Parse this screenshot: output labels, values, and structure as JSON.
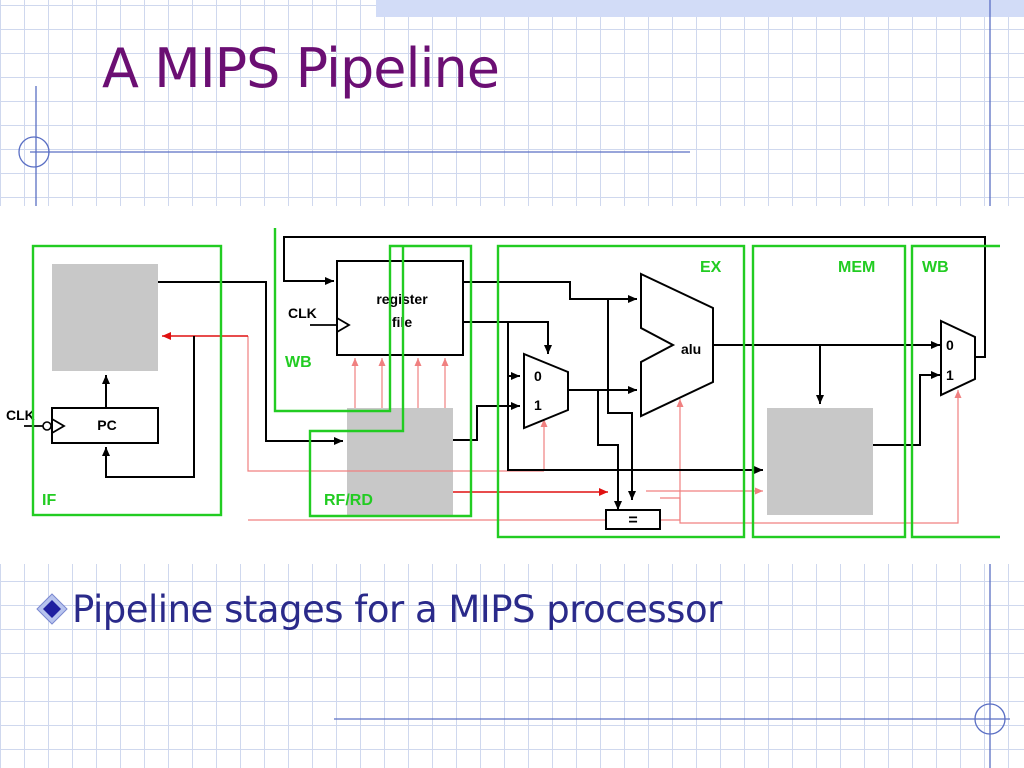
{
  "slide": {
    "title": "A MIPS Pipeline",
    "bullet": "Pipeline stages for a MIPS processor"
  },
  "diagram": {
    "stages": {
      "if": "IF",
      "rf_rd": "RF/RD",
      "ex": "EX",
      "mem": "MEM",
      "wb": "WB",
      "wb_inner": "WB"
    },
    "components": {
      "register_file_line1": "register",
      "register_file_line2": "file",
      "pc": "PC",
      "alu": "alu",
      "clk_regfile": "CLK",
      "clk_pc": "CLK",
      "mux_ex_0": "0",
      "mux_ex_1": "1",
      "mux_wb_0": "0",
      "mux_wb_1": "1",
      "comparator": "="
    }
  },
  "colors": {
    "title": "#6b0f73",
    "bullet_text": "#2a2a8a",
    "stage_box": "#22cc22",
    "red_signal": "#e01010",
    "pink_signal": "#f08080",
    "latch_fill": "#c8c8c8",
    "top_band": "#d2dcf7"
  },
  "icons": {
    "bullet": "diamond-bullet-icon"
  }
}
